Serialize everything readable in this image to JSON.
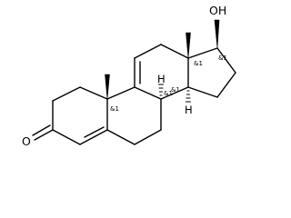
{
  "atoms": {
    "oxygen_ketone": "O",
    "oxygen_hydroxyl": "OH",
    "methyl_c10": "",
    "methyl_c13": "",
    "h_c8": "H",
    "h_c14": "H"
  },
  "stereo_labels": {
    "c17": "&1",
    "c13": "&1",
    "c8": "&1",
    "c14": "&1",
    "c10": "&1"
  }
}
